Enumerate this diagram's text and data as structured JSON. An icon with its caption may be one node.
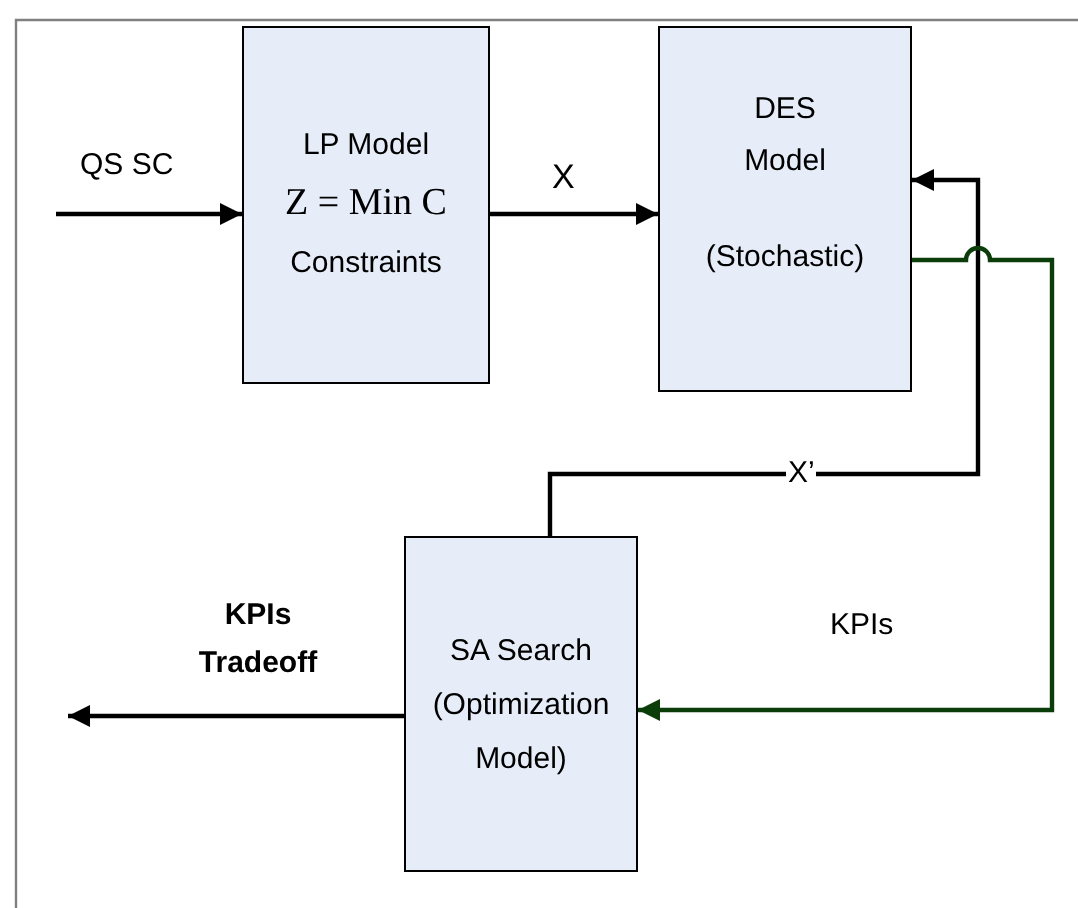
{
  "diagram": {
    "nodes": [
      {
        "text": [
          "LP Model",
          "Z = Min C",
          "Constraints"
        ]
      },
      {
        "text": [
          "DES Model",
          "(Stochastic)"
        ]
      },
      {
        "text": [
          "SA Search (Optimization Model)"
        ]
      }
    ],
    "edges": [
      {
        "from": null,
        "to": 0,
        "arrow": "to",
        "label": "QS SC"
      },
      {
        "from": 0,
        "to": 1,
        "arrow": "to",
        "label": "X"
      },
      {
        "from": 2,
        "to": 1,
        "arrow": "to",
        "label": "X’"
      },
      {
        "from": 1,
        "to": 2,
        "arrow": "to",
        "label": "KPIs",
        "color": "#0b3d0b"
      },
      {
        "from": 2,
        "to": null,
        "arrow": "to",
        "label": "KPIs Tradeoff"
      }
    ]
  }
}
